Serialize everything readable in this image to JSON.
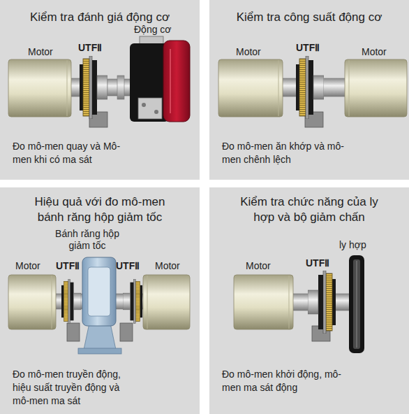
{
  "diagram": {
    "nodes": [
      {
        "text": [
          "Kiểm tra đánh giá động cơ",
          "Đo mô-men quay và Mô-men khi có ma sát"
        ]
      },
      {
        "text": [
          "Kiểm tra công suất động cơ",
          "Đo mô-men ăn khớp và mô-men chênh lệch"
        ]
      },
      {
        "text": [
          "Hiệu quả với đo mô-men bánh răng hộp giảm tốc",
          "Đo mô-men truyền động, hiệu suất truyền động và mô-men ma sát"
        ]
      },
      {
        "text": [
          "Kiểm tra chức năng của ly hợp và bộ giảm chấn",
          "Đo mô-men khởi động, mô-men ma sát động"
        ]
      }
    ],
    "labels": [
      "Motor",
      "UTFⅡ",
      "Động cơ",
      "Motor",
      "UTFⅡ",
      "Motor",
      "Bánh răng hộp giảm tốc",
      "Motor",
      "UTFⅡ",
      "UTFⅡ",
      "Motor",
      "ly hợp",
      "Motor",
      "UTFⅡ"
    ]
  }
}
